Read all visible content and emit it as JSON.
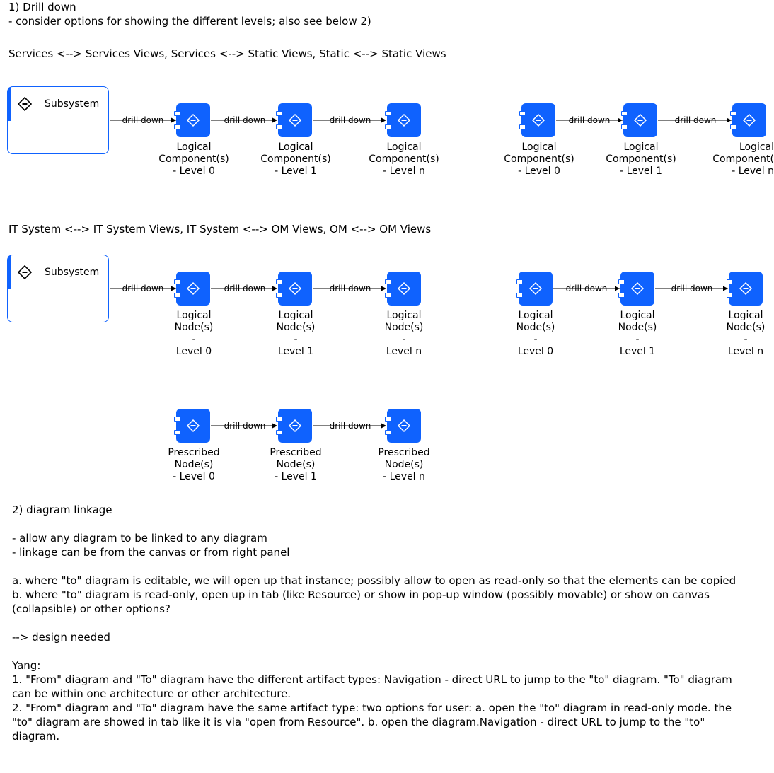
{
  "heading": {
    "line1": "1) Drill down",
    "line2": "- consider options for showing the different levels; also see below 2)"
  },
  "section_services": {
    "caption": "Services <--> Services Views, Services <--> Static Views, Static <--> Static Views",
    "subsystem_label": "Subsystem",
    "left_chain": [
      "Logical\nComponent(s)\n- Level 0",
      "Logical\nComponent(s)\n- Level 1",
      "Logical\nComponent(s)\n- Level n"
    ],
    "right_chain": [
      "Logical\nComponent(s)\n- Level 0",
      "Logical\nComponent(s)\n- Level 1",
      "Logical\nComponent(\n- Level n"
    ]
  },
  "section_it": {
    "caption": "IT System <--> IT System Views, IT System <--> OM Views, OM <--> OM Views",
    "subsystem_label": "Subsystem",
    "left_chain": [
      "Logical\nNode(s)\n-\nLevel 0",
      "Logical\nNode(s)\n-\nLevel 1",
      "Logical\nNode(s)\n-\nLevel n"
    ],
    "right_chain": [
      "Logical\nNode(s)\n-\nLevel 0",
      "Logical\nNode(s)\n-\nLevel 1",
      "Logical\nNode(s)\n-\nLevel n"
    ],
    "prescribed_chain": [
      "Prescribed\nNode(s)\n- Level 0",
      "Prescribed\nNode(s)\n- Level 1",
      "Prescribed\nNode(s)\n- Level n"
    ]
  },
  "edge_label": "drill down",
  "notes": {
    "heading": "2) diagram linkage",
    "p1": "- allow any diagram to be linked to any diagram\n- linkage can be from the canvas or from right panel",
    "p2": "a. where \"to\" diagram is editable, we will open up that instance; possibly allow to open as read-only so that the elements can be copied\nb. where \"to\" diagram is read-only, open up in tab (like Resource) or show in pop-up window (possibly movable) or show on canvas (collapsible) or other options?",
    "p3": "--> design needed",
    "p4": "Yang:\n1. \"From\" diagram and \"To\" diagram have the different artifact types: Navigation - direct URL to jump to the \"to\" diagram. \"To\" diagram can be within one architecture or other architecture.\n2. \"From\" diagram and \"To\" diagram have the same artifact type: two options for user: a. open the \"to\" diagram in read-only mode. the \"to\" diagram are showed in tab like it is via \"open from Resource\". b. open the diagram.Navigation - direct URL to jump to the \"to\" diagram."
  },
  "colors": {
    "accent": "#0f62fe",
    "text": "#000000",
    "background": "#ffffff"
  }
}
